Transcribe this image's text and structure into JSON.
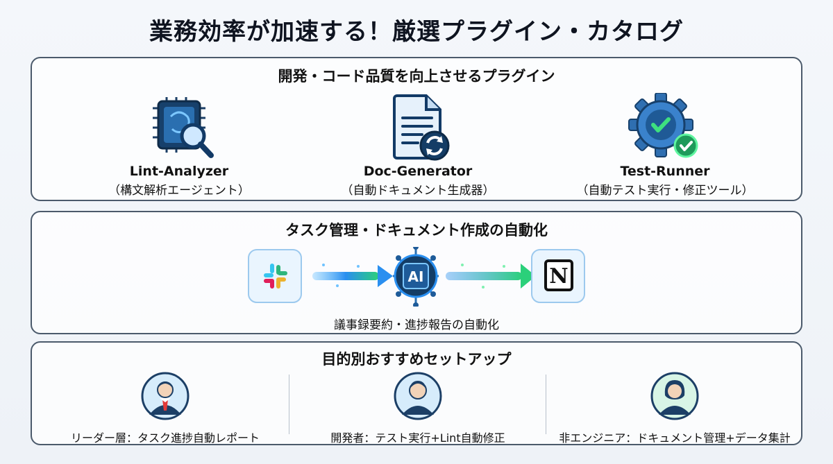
{
  "title": "業務効率が加速する！厳選プラグイン・カタログ",
  "sections": {
    "dev": {
      "title": "開発・コード品質を向上させるプラグイン",
      "plugins": [
        {
          "name": "Lint-Analyzer",
          "desc": "（構文解析エージェント）",
          "icon": "chip-magnifier-icon"
        },
        {
          "name": "Doc-Generator",
          "desc": "（自動ドキュメント生成器）",
          "icon": "document-sync-icon"
        },
        {
          "name": "Test-Runner",
          "desc": "（自動テスト実行・修正ツール）",
          "icon": "gear-check-icon"
        }
      ]
    },
    "automation": {
      "title": "タスク管理・ドキュメント作成の自動化",
      "ai_label": "AI",
      "notion_label": "N",
      "caption": "議事録要約・進捗報告の自動化"
    },
    "setup": {
      "title": "目的別おすすめセットアップ",
      "items": [
        {
          "label": "リーダー層：タスク進捗自動レポート",
          "icon": "leader-avatar-icon"
        },
        {
          "label": "開発者：テスト実行+Lint自動修正",
          "icon": "developer-avatar-icon"
        },
        {
          "label": "非エンジニア：ドキュメント管理+データ集計",
          "icon": "non-engineer-avatar-icon"
        }
      ]
    }
  },
  "colors": {
    "panel_border": "#4b5a6b",
    "navy": "#123a66",
    "accent_blue": "#1f7ae0",
    "accent_green": "#2bd07a"
  }
}
